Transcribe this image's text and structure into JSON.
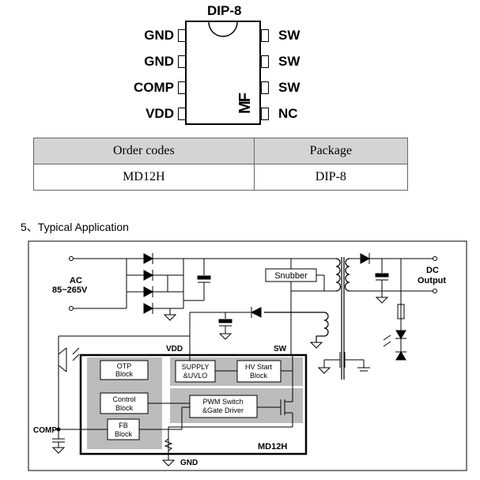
{
  "package": {
    "title": "DIP-8",
    "left_pins": [
      "GND",
      "GND",
      "COMP",
      "VDD"
    ],
    "right_pins": [
      "SW",
      "SW",
      "SW",
      "NC"
    ],
    "logo": "MF"
  },
  "order_table": {
    "headers": [
      "Order codes",
      "Package"
    ],
    "rows": [
      [
        "MD12H",
        "DIP-8"
      ]
    ]
  },
  "section": {
    "title": "5、Typical Application"
  },
  "schematic": {
    "ac_label": "AC",
    "ac_range": "85~265V",
    "dc_label_1": "DC",
    "dc_label_2": "Output",
    "snubber": "Snubber",
    "vdd": "VDD",
    "sw": "SW",
    "comp": "COMP",
    "gnd": "GND",
    "chip_name": "MD12H",
    "otp_1": "OTP",
    "otp_2": "Block",
    "supply_1": "SUPPLY",
    "supply_2": "&UVLO",
    "hv_1": "HV Start",
    "hv_2": "Block",
    "control_1": "Control",
    "control_2": "Block",
    "pwm_1": "PWM Switch",
    "pwm_2": "&Gate Driver",
    "fb_1": "FB",
    "fb_2": "Block"
  }
}
